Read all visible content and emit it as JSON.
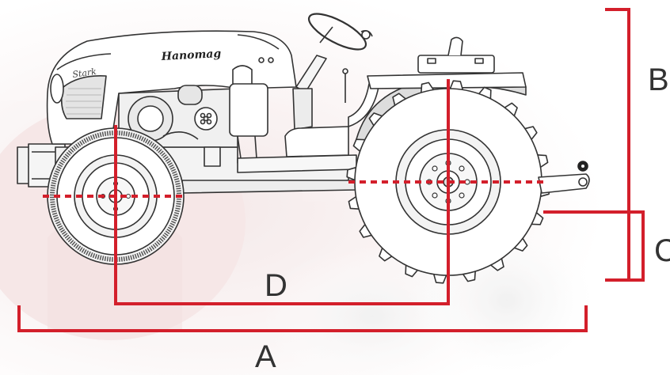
{
  "diagram": {
    "brand": "Hanomag",
    "model": "Stark",
    "dimension_labels": {
      "a": "A",
      "b": "B",
      "c": "C",
      "d": "D"
    },
    "colors": {
      "dimension_line": "#d31f2b",
      "outline": "#333333",
      "body_fill": "#fafafa",
      "background_tint": "#f6eeee"
    }
  }
}
